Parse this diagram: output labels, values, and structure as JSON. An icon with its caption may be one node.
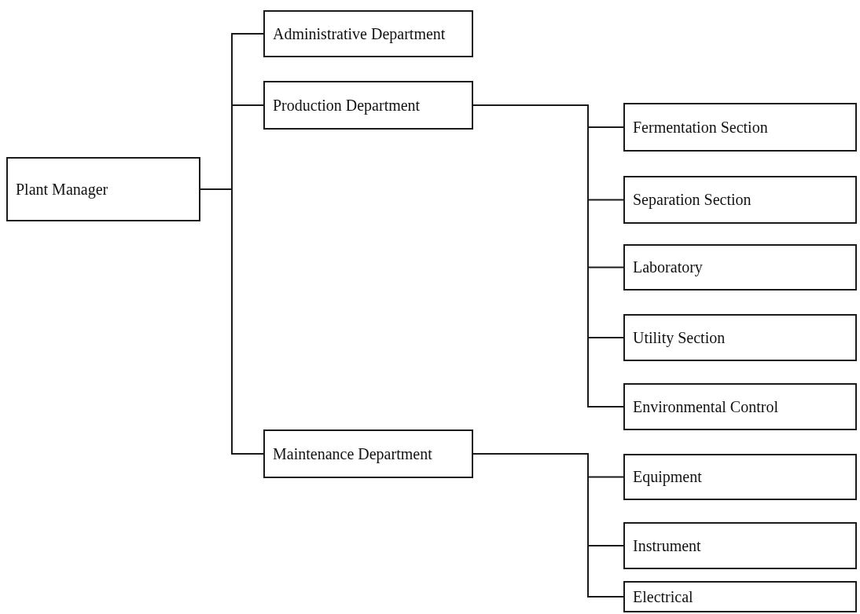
{
  "diagram": {
    "nodes": [
      {
        "text": [
          "Plant Manager"
        ]
      },
      {
        "text": [
          "Administrative Department"
        ]
      },
      {
        "text": [
          "Production Department"
        ]
      },
      {
        "text": [
          "Fermentation Section"
        ]
      },
      {
        "text": [
          "Separation Section"
        ]
      },
      {
        "text": [
          "Laboratory"
        ]
      },
      {
        "text": [
          "Utility Section"
        ]
      },
      {
        "text": [
          "Environmental Control"
        ]
      },
      {
        "text": [
          "Maintenance Department"
        ]
      },
      {
        "text": [
          "Equipment"
        ]
      },
      {
        "text": [
          "Instrument"
        ]
      },
      {
        "text": [
          "Electrical"
        ]
      }
    ],
    "edges": [
      {
        "from": 0,
        "to": 1,
        "arrow": "none"
      },
      {
        "from": 0,
        "to": 2,
        "arrow": "none"
      },
      {
        "from": 0,
        "to": 8,
        "arrow": "none"
      },
      {
        "from": 2,
        "to": 3,
        "arrow": "none"
      },
      {
        "from": 2,
        "to": 4,
        "arrow": "none"
      },
      {
        "from": 2,
        "to": 5,
        "arrow": "none"
      },
      {
        "from": 2,
        "to": 6,
        "arrow": "none"
      },
      {
        "from": 2,
        "to": 7,
        "arrow": "none"
      },
      {
        "from": 8,
        "to": 9,
        "arrow": "none"
      },
      {
        "from": 8,
        "to": 10,
        "arrow": "none"
      },
      {
        "from": 8,
        "to": 11,
        "arrow": "none"
      }
    ]
  }
}
